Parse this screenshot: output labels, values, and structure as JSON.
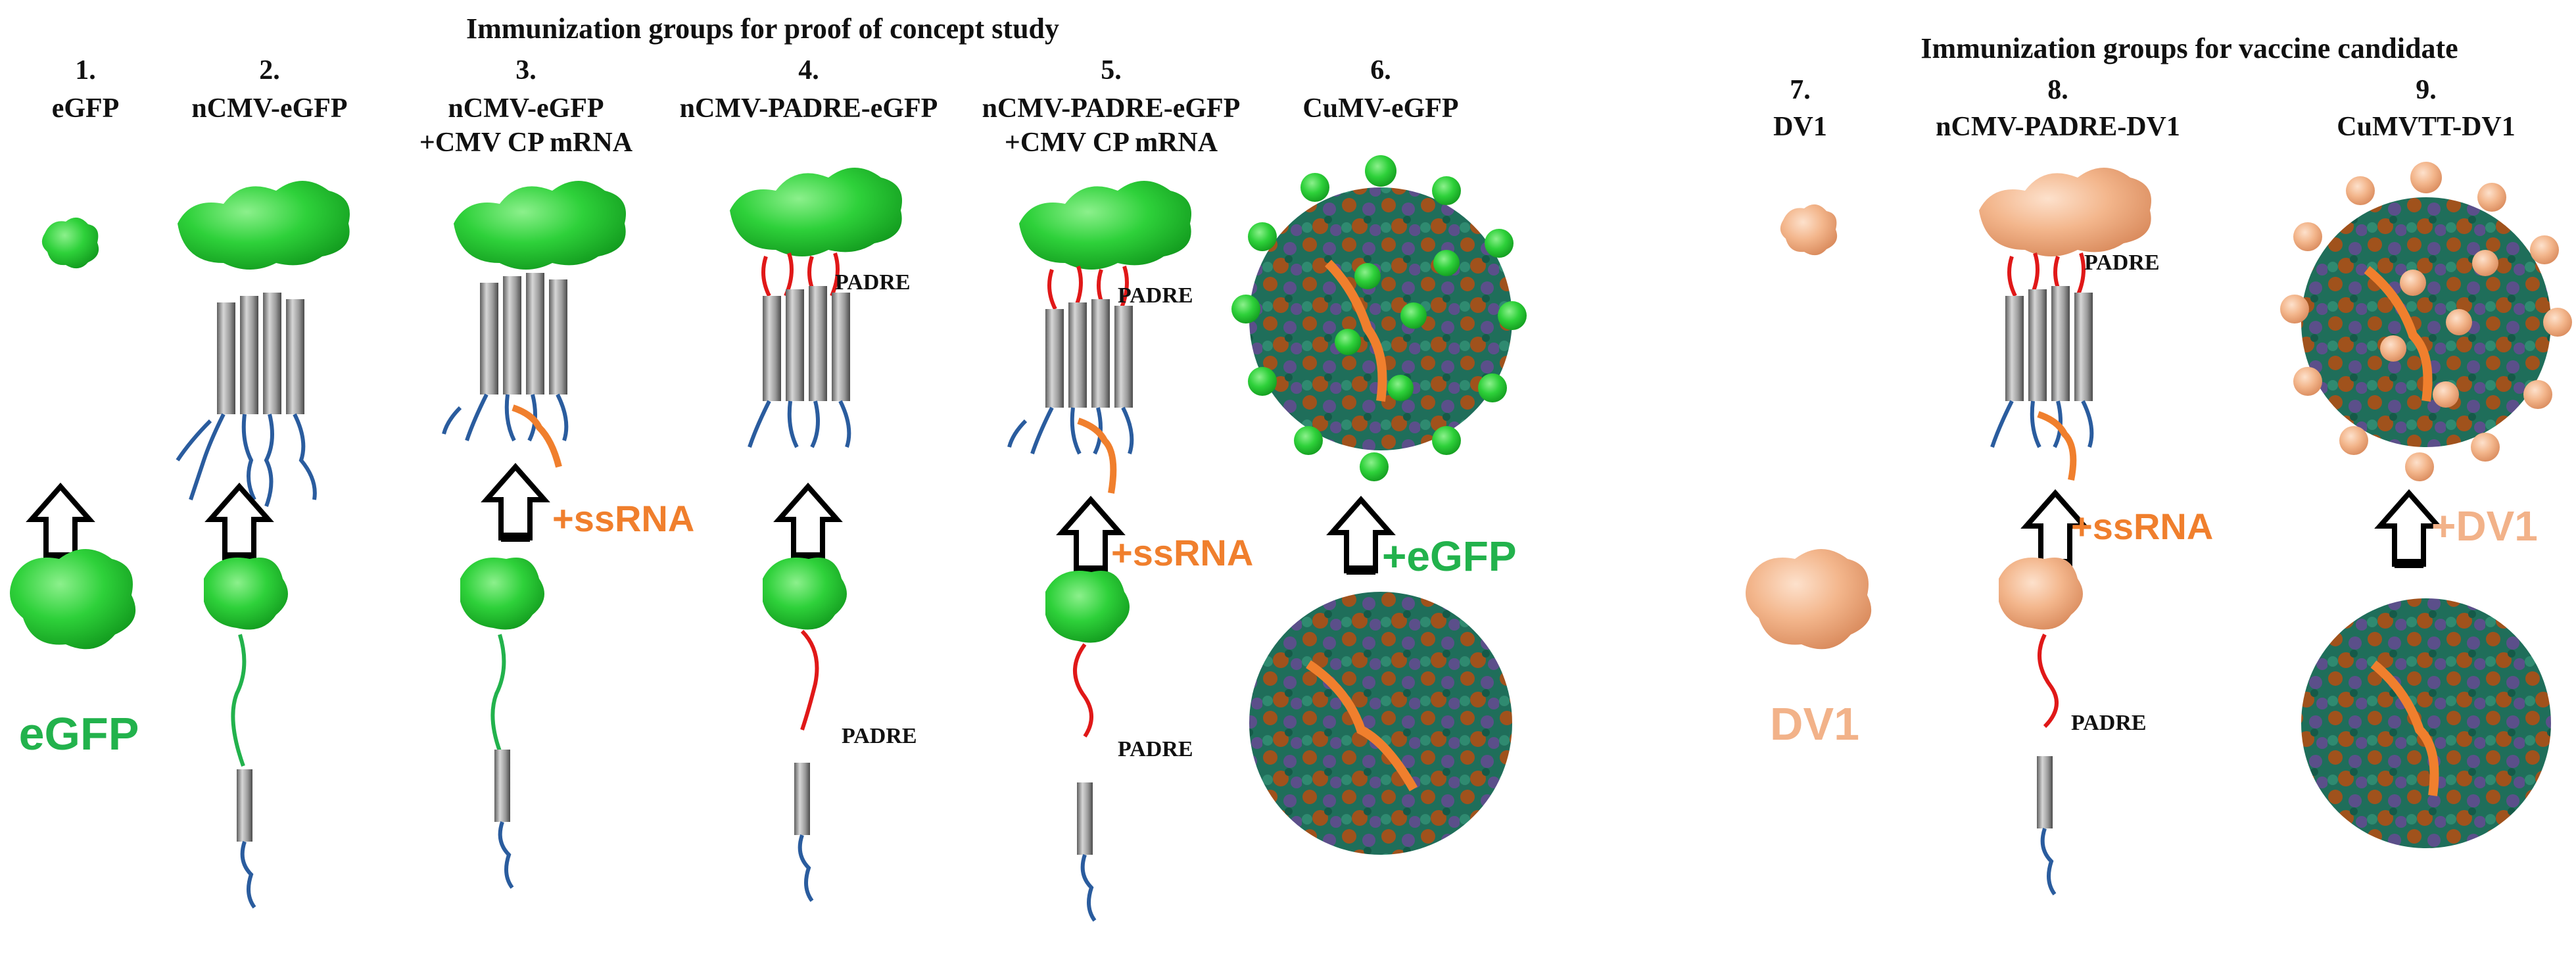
{
  "titles": {
    "poc": "Immunization groups for proof of concept study",
    "vaccine": "Immunization groups for vaccine candidate"
  },
  "groups": [
    {
      "num": "1.",
      "name": [
        "eGFP"
      ]
    },
    {
      "num": "2.",
      "name": [
        "nCMV-eGFP"
      ]
    },
    {
      "num": "3.",
      "name": [
        "nCMV-eGFP",
        "+CMV CP mRNA"
      ]
    },
    {
      "num": "4.",
      "name": [
        "nCMV-PADRE-eGFP"
      ]
    },
    {
      "num": "5.",
      "name": [
        "nCMV-PADRE-eGFP",
        "+CMV CP mRNA"
      ]
    },
    {
      "num": "6.",
      "name": [
        "CuMV-eGFP"
      ]
    },
    {
      "num": "7.",
      "name": [
        "DV1"
      ]
    },
    {
      "num": "8.",
      "name": [
        "nCMV-PADRE-DV1"
      ]
    },
    {
      "num": "9.",
      "name": [
        "CuMVTT-DV1"
      ]
    }
  ],
  "labels": {
    "padre": "PADRE",
    "egfp_big": "eGFP",
    "dv1_big": "DV1",
    "ssrna": "+ssRNA",
    "plus_egfp": "+eGFP",
    "plus_dv1": "+DV1"
  },
  "colors": {
    "egfp": "#22c43a",
    "dv1": "#f2b289",
    "padre": "#e01818",
    "rna": "#f07f2d",
    "tail": "#2a5c9e",
    "cylinder": "#8c8c8c",
    "linker": "#22b24c",
    "vlp_green": "#1f6e5a",
    "vlp_brown": "#a0521c",
    "vlp_purple": "#5b4f8a"
  }
}
